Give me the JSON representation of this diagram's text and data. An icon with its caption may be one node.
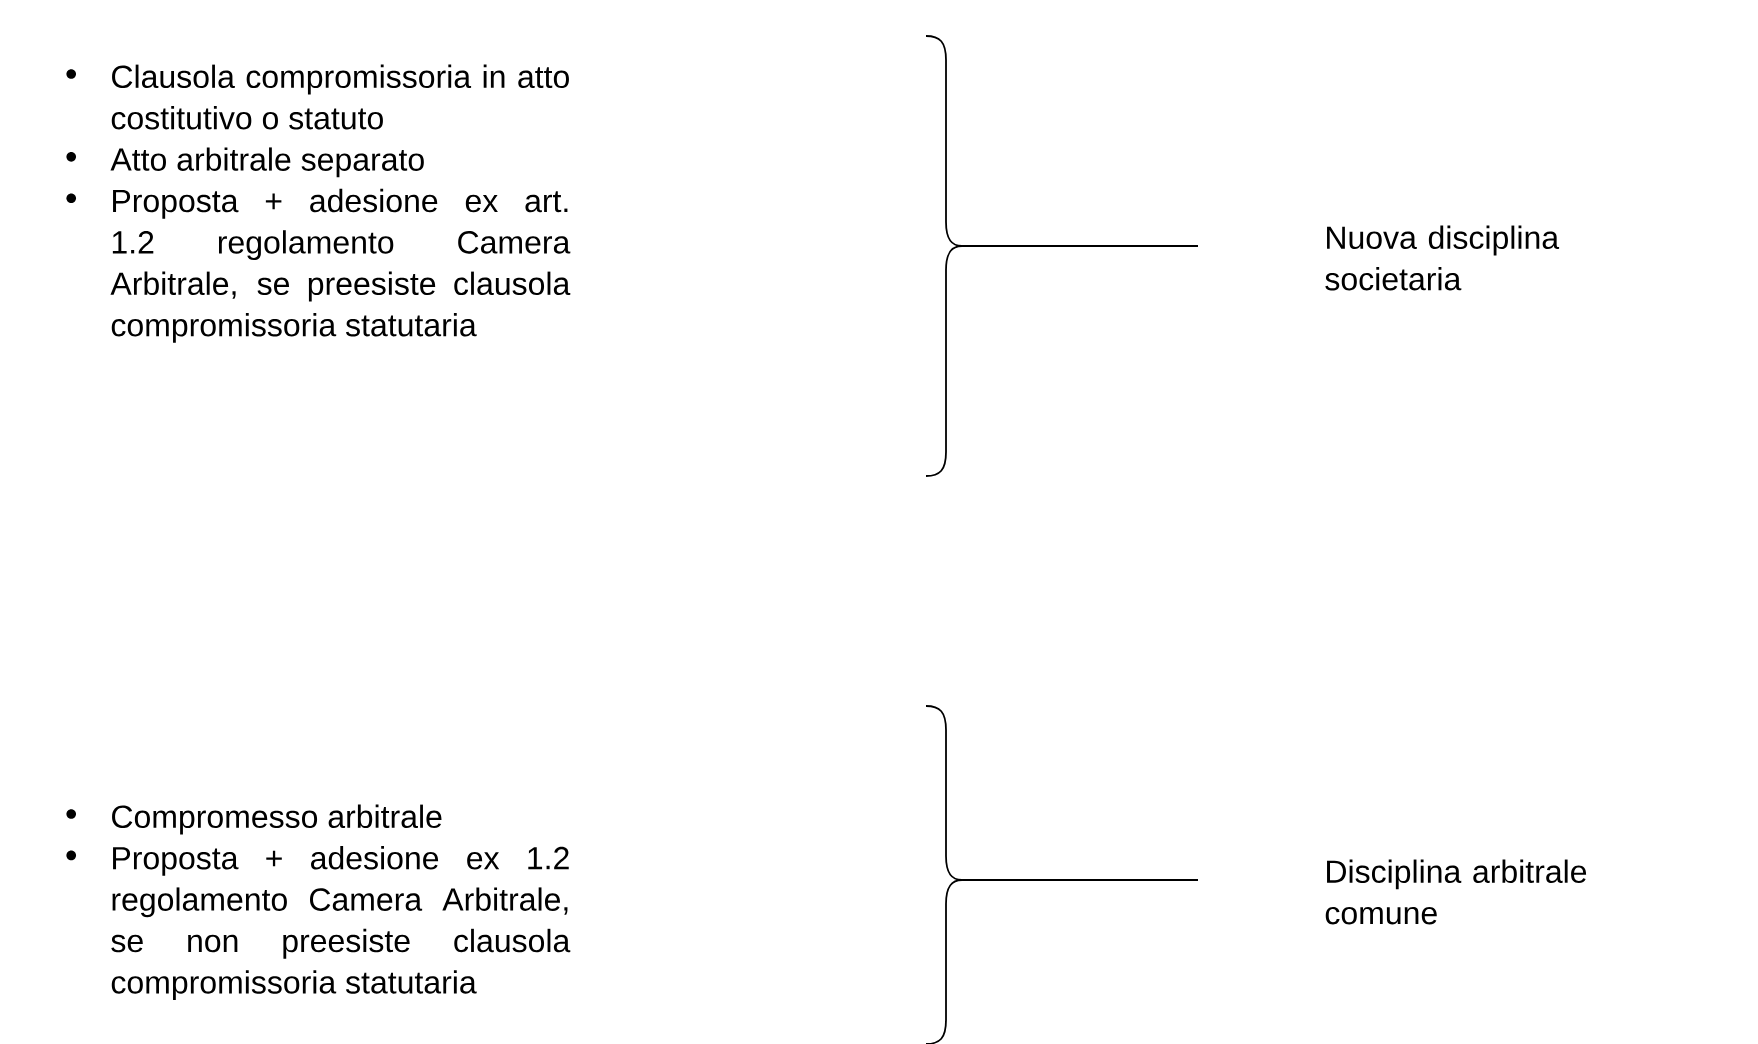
{
  "diagram": {
    "nodes": [
      {
        "text": [
          "Clausola compromissoria in atto costitutivo o statuto",
          "Atto arbitrale separato",
          "Proposta + adesione ex art. 1.2 regolamento Camera Arbitrale, se preesiste clausola compromissoria statutaria"
        ]
      },
      {
        "text": [
          "Nuova disciplina societaria"
        ]
      },
      {
        "text": [
          "Compromesso arbitrale",
          "Proposta + adesione ex 1.2 regolamento Camera Arbitrale, se non preesiste clausola compromissoria statutaria"
        ]
      },
      {
        "text": [
          "Disciplina arbitrale comune"
        ]
      }
    ],
    "edges": [
      {
        "from": 0,
        "to": 1,
        "arrow": "none"
      },
      {
        "from": 2,
        "to": 3,
        "arrow": "none"
      }
    ]
  }
}
